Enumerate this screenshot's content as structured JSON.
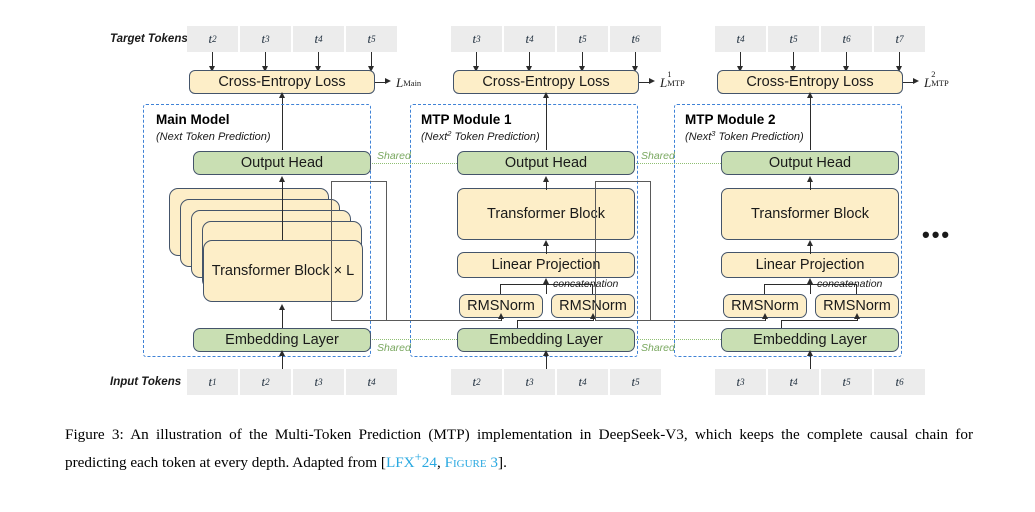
{
  "figure": {
    "rows": {
      "target_label": "Target Tokens",
      "input_label": "Input Tokens"
    },
    "target_tokens": {
      "main": [
        "t2",
        "t3",
        "t4",
        "t5"
      ],
      "mtp1": [
        "t3",
        "t4",
        "t5",
        "t6"
      ],
      "mtp2": [
        "t4",
        "t5",
        "t6",
        "t7"
      ]
    },
    "input_tokens": {
      "main": [
        "t1",
        "t2",
        "t3",
        "t4"
      ],
      "mtp1": [
        "t2",
        "t3",
        "t4",
        "t5"
      ],
      "mtp2": [
        "t3",
        "t4",
        "t5",
        "t6"
      ]
    },
    "loss_boxes": {
      "main": "Cross-Entropy Loss",
      "mtp1": "Cross-Entropy Loss",
      "mtp2": "Cross-Entropy Loss"
    },
    "loss_labels": {
      "main": {
        "symbol": "L",
        "sub": "Main",
        "sup": ""
      },
      "mtp1": {
        "symbol": "L",
        "sub": "MTP",
        "sup": "1"
      },
      "mtp2": {
        "symbol": "L",
        "sub": "MTP",
        "sup": "2"
      }
    },
    "panels": [
      {
        "id": "main-model",
        "title": "Main Model",
        "subtitle_pre": "(Next",
        "subtitle_sup": "",
        "subtitle_post": " Token Prediction)"
      },
      {
        "id": "mtp-module-1",
        "title": "MTP Module 1",
        "subtitle_pre": "(Next",
        "subtitle_sup": "2",
        "subtitle_post": " Token Prediction)"
      },
      {
        "id": "mtp-module-2",
        "title": "MTP Module 2",
        "subtitle_pre": "(Next",
        "subtitle_sup": "3",
        "subtitle_post": " Token Prediction)"
      }
    ],
    "blocks": {
      "output_head": "Output Head",
      "embedding_layer": "Embedding Layer",
      "transformer_block": "Transformer Block",
      "transformer_block_main": "Transformer Block × L",
      "linear_projection": "Linear Projection",
      "rmsnorm": "RMSNorm"
    },
    "annotations": {
      "shared": "Shared",
      "concatenation": "concatenation",
      "ellipsis": "•••"
    },
    "colors": {
      "yellow_fill": "#fdeec8",
      "green_fill": "#c9dfb3",
      "box_stroke": "#44546a",
      "panel_dash": "#3f82d6",
      "shared_green": "#7aa860",
      "token_bg": "#ececec",
      "cite_blue": "#29a8e0"
    }
  },
  "caption": {
    "line1_a": "Figure 3:",
    "line1_b": "An illustration of the Multi-Token Prediction (MTP) implementation in DeepSeek-V3, which",
    "line2": "keeps the complete causal chain for predicting each token at every depth.  Adapted from [",
    "cite": "LFX",
    "cite_sup": "+",
    "cite_year": "24",
    "line3_sc": "Figure",
    "line3_num": "3",
    "line3_end": "]."
  }
}
